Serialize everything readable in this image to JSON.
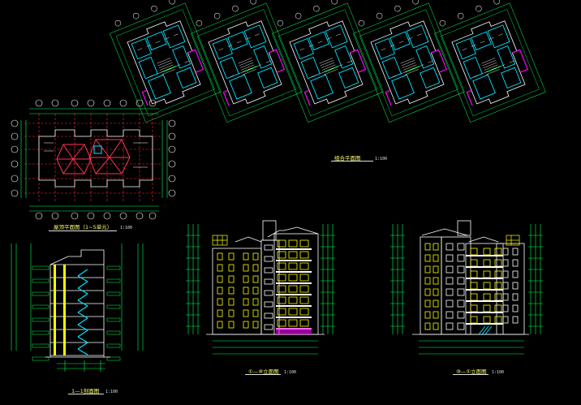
{
  "drawing": {
    "background": "#000000",
    "colors": {
      "wall": "#00e5ff",
      "line": "#ffffff",
      "dim": "#00ff55",
      "accent": "#ff00ff",
      "highlight": "#ffff00",
      "axis": "#ff2a2a"
    },
    "views": {
      "combined_plan": {
        "title": "组合平面图",
        "scale": "1:100"
      },
      "roof_plan": {
        "title": "屋顶平面图（1~5单元）",
        "scale": "1:100"
      },
      "section": {
        "title": "1—1剖面图",
        "scale": "1:100"
      },
      "front_elevation": {
        "title": "①—⑩立面图",
        "scale": "1:100"
      },
      "side_elevation": {
        "title": "⑩—①立面图",
        "scale": "1:100"
      }
    }
  }
}
